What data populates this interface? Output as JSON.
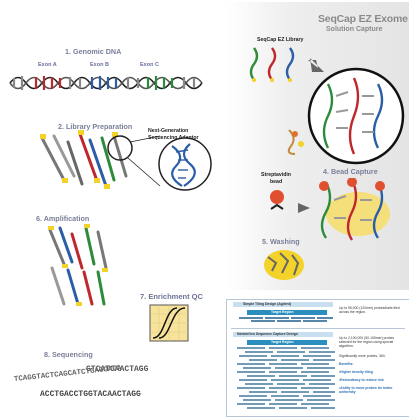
{
  "header": {
    "title": "SeqCap EZ Exome",
    "subtitle": "Solution Capture"
  },
  "steps": {
    "s1": "1. Genomic DNA",
    "s2": "2. Library Preparation",
    "s4": "4. Bead Capture",
    "s5": "5. Washing",
    "s6": "6. Amplification",
    "s7": "7. Enrichment QC",
    "s8": "8. Sequencing"
  },
  "exons": {
    "a": "Exon A",
    "b": "Exon B",
    "c": "Exon C"
  },
  "labels": {
    "library": "SeqCap EZ Library",
    "adaptor_line1": "Next-Generation",
    "adaptor_line2": "Sequencing Adaptor",
    "bead_line1": "Streptavidin",
    "bead_line2": "bead"
  },
  "design_box": {
    "top_title": "Simple Tiling Design (Agilent)",
    "top_target": "Target Region",
    "top_desc": "Up to 55,000 (120mer) probes/baits tiled across the region.",
    "bottom_title": "NimbleGen Sequence Capture Design",
    "bottom_target": "Target Region",
    "bottom_desc1": "Up to 2,100,000 (50-105mer) probes selected for the region using special algorithm.",
    "bottom_desc2": "Significantly more probes, 36X.",
    "benefits_title": "Benefits:",
    "benefit1": "•Higher density tiling",
    "benefit2": "•Redundancy to reduce risk",
    "benefit3": "•Ability to move probes for better uniformity"
  },
  "sequencing": {
    "line1": "GTCATCAACTAGG",
    "line2": "TCAGGTACTCAGCATCTCAGGAGA",
    "line3": "ACCTGACCTGGTACAACTAGG"
  },
  "colors": {
    "step_text": "#7a7f9a",
    "dna_red": "#c0272d",
    "dna_blue": "#2b5ea7",
    "dna_green": "#2e8b3a",
    "target_bar": "#2a8fbf",
    "accent_yellow": "#f3d22a"
  }
}
